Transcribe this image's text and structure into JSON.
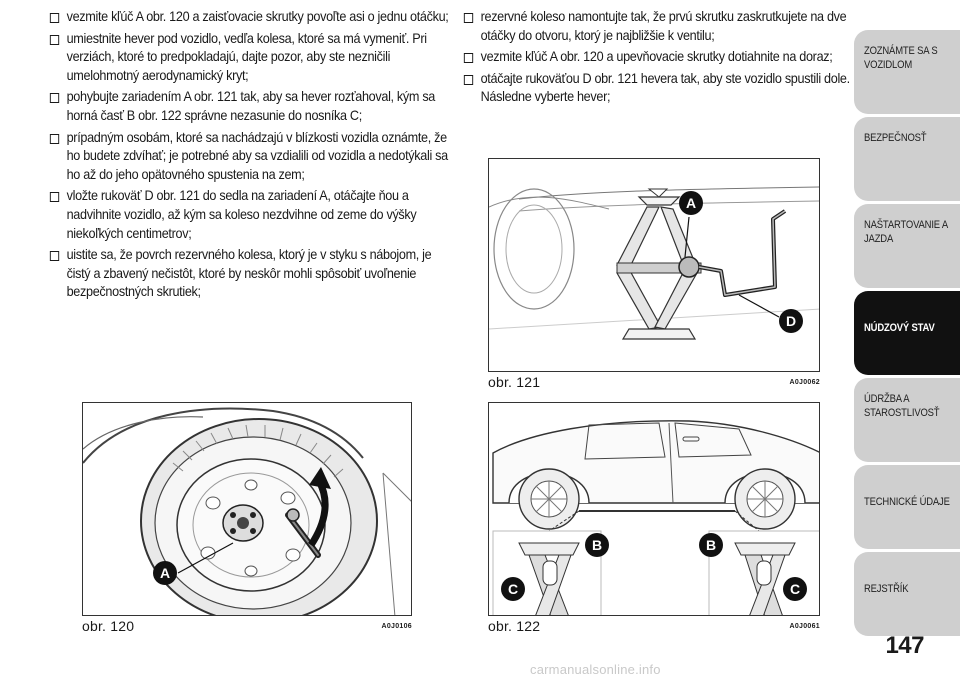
{
  "left_steps": [
    "vezmite kľúč A obr. 120 a zaisťovacie skrutky povoľte asi o jednu otáčku;",
    "umiestnite hever pod vozidlo, vedľa kolesa, ktoré sa má vymeniť. Pri verziách, ktoré to predpokladajú, dajte pozor, aby ste nezničili umelohmotný aerodynamický kryt;",
    "pohybujte zariadením A obr. 121 tak, aby sa hever rozťahoval, kým sa horná časť B obr. 122 správne nezasunie do nosníka C;",
    "prípadným osobám, ktoré sa nachádzajú v blízkosti vozidla oznámte, že ho budete zdvíhať; je potrebné aby sa vzdialili od vozidla a nedotýkali sa ho až do jeho opätovného spustenia na zem;",
    "vložte rukoväť D obr. 121 do sedla na zariadení A, otáčajte ňou a nadvihnite vozidlo, až kým sa koleso nezdvihne od zeme do výšky niekoľkých centimetrov;",
    "uistite sa, že povrch rezervného kolesa, ktorý je v styku s nábojom, je čistý a zbavený nečistôt, ktoré by neskôr mohli spôsobiť uvoľnenie bezpečnostných skrutiek;"
  ],
  "right_steps": [
    "rezervné koleso namontujte tak, že prvú skrutku zaskrutkujete na dve otáčky do otvoru, ktorý je najbližšie k ventilu;",
    "vezmite kľúč A obr. 120 a upevňovacie skrutky dotiahnite na doraz;",
    "otáčajte rukoväťou D obr. 121 hevera tak, aby ste vozidlo spustili dole. Následne vyberte hever;"
  ],
  "figures": {
    "fig120": {
      "caption": "obr. 120",
      "code": "A0J0106",
      "labels": [
        "A"
      ]
    },
    "fig121": {
      "caption": "obr. 121",
      "code": "A0J0062",
      "labels": [
        "A",
        "D"
      ]
    },
    "fig122": {
      "caption": "obr. 122",
      "code": "A0J0061",
      "labels": [
        "B",
        "C",
        "B",
        "C"
      ]
    }
  },
  "sidebar_tabs": [
    {
      "label": "ZOZNÁMTE SA S VOZIDLOM",
      "active": false
    },
    {
      "label": "BEZPEČNOSŤ",
      "active": false
    },
    {
      "label": "NAŠTARTOVANIE A JAZDA",
      "active": false
    },
    {
      "label": "NÚDZOVÝ STAV",
      "active": true
    },
    {
      "label": "ÚDRŽBA A STAROSTLIVOSŤ",
      "active": false
    },
    {
      "label": "TECHNICKÉ ÚDAJE",
      "active": false
    },
    {
      "label": "REJSTŘÍK",
      "active": false
    }
  ],
  "page_number": "147",
  "watermark": "carmanualsonline.info",
  "colors": {
    "active_tab": "#111111",
    "inactive_tab": "#cfcfcf",
    "label_badge": "#111111"
  }
}
